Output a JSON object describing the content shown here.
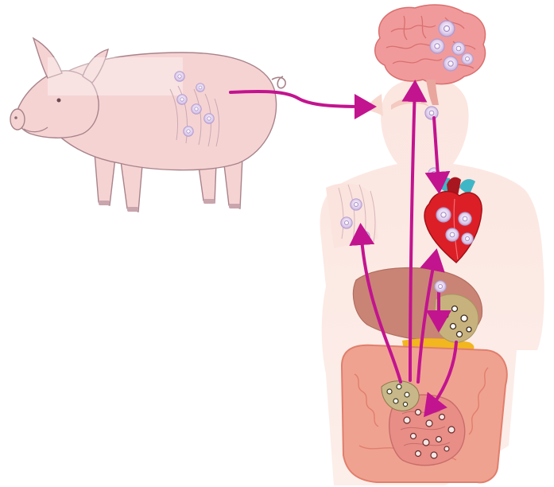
{
  "diagram": {
    "title": "",
    "nodes": [
      {
        "id": "pig",
        "label": "",
        "icon": "pig-icon"
      },
      {
        "id": "human-body",
        "label": "",
        "icon": "human-silhouette-icon"
      },
      {
        "id": "brain",
        "label": "",
        "icon": "brain-icon"
      },
      {
        "id": "heart",
        "label": "",
        "icon": "heart-icon"
      },
      {
        "id": "liver",
        "label": "",
        "icon": "liver-icon"
      },
      {
        "id": "stomach",
        "label": "",
        "icon": "stomach-icon"
      },
      {
        "id": "intestine",
        "label": "",
        "icon": "intestine-icon"
      },
      {
        "id": "arm-muscle",
        "label": "",
        "icon": "muscle-icon"
      }
    ],
    "arrows": [
      {
        "from": "pig",
        "to": "human-body"
      },
      {
        "from": "intestine",
        "to": "brain"
      },
      {
        "from": "intestine",
        "to": "arm-muscle"
      },
      {
        "from": "intestine",
        "to": "heart"
      },
      {
        "from": "brain",
        "to": "heart"
      },
      {
        "from": "liver",
        "to": "stomach"
      },
      {
        "from": "stomach",
        "to": "intestine"
      }
    ]
  },
  "colors": {
    "arrow": "#c2148f",
    "pig_skin": "#f6d3d3",
    "pig_outline": "#a8838b",
    "body_skin": "#fbe4de",
    "brain": "#f19a9c",
    "heart": "#dc1f27",
    "heart_vessels": "#3fb6c6",
    "liver": "#c98475",
    "intestine": "#f0a291",
    "cyst": "#dcc8ea",
    "cyst_outline": "#b09bcf",
    "bile": "#f2b61f",
    "stomach": "#c7b27d"
  }
}
